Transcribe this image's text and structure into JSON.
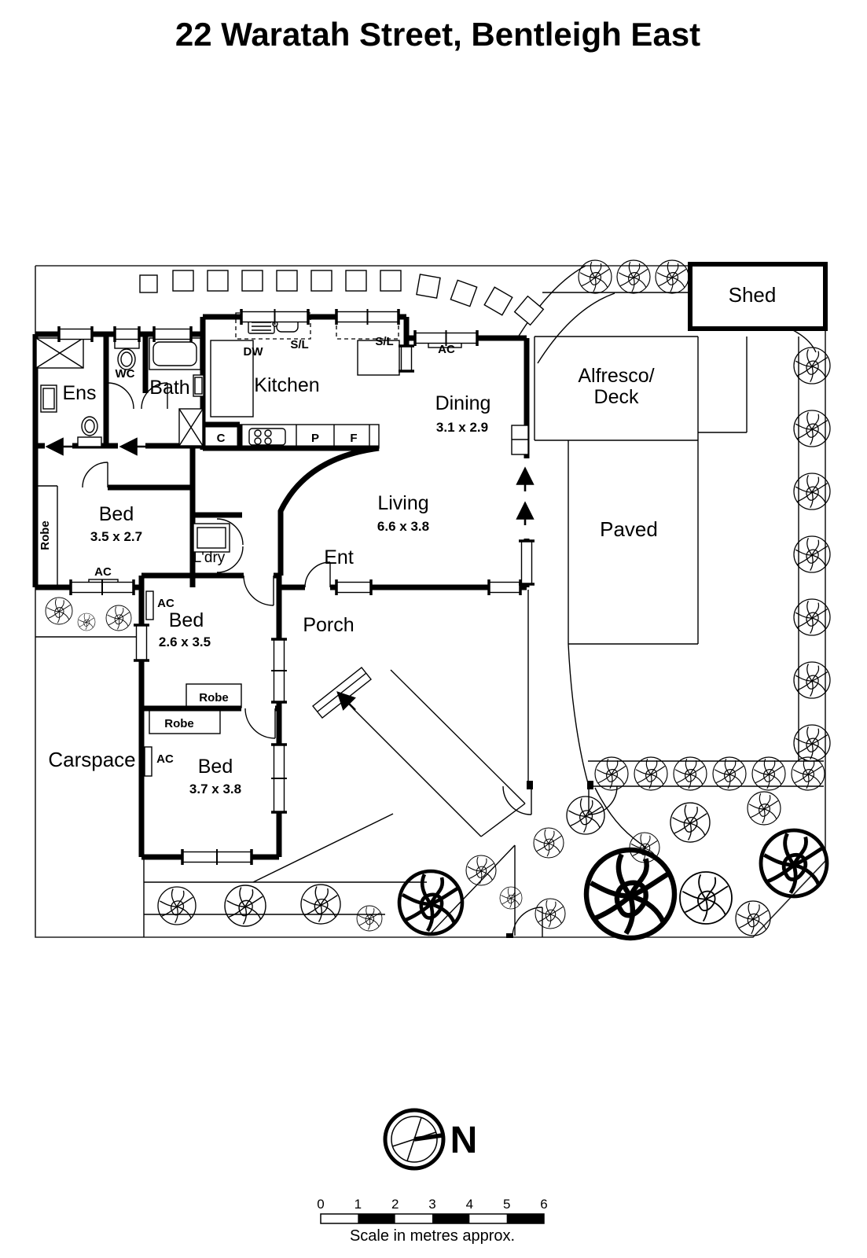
{
  "title": "22 Waratah Street, Bentleigh East",
  "rooms": {
    "ens": {
      "label": "Ens"
    },
    "wc": {
      "label": "WC"
    },
    "bath": {
      "label": "Bath"
    },
    "kitchen": {
      "label": "Kitchen"
    },
    "dining": {
      "label": "Dining",
      "dims": "3.1 x 2.9"
    },
    "living": {
      "label": "Living",
      "dims": "6.6 x 3.8"
    },
    "bed1": {
      "label": "Bed",
      "dims": "3.5 x 2.7"
    },
    "bed2": {
      "label": "Bed",
      "dims": "2.6 x 3.5"
    },
    "bed3": {
      "label": "Bed",
      "dims": "3.7 x 3.8"
    },
    "laundry": {
      "label": "L'dry"
    },
    "entry": {
      "label": "Ent"
    },
    "porch": {
      "label": "Porch"
    },
    "carspace": {
      "label": "Carspace"
    }
  },
  "outdoor": {
    "shed": "Shed",
    "alfresco_line1": "Alfresco/",
    "alfresco_line2": "Deck",
    "paved": "Paved"
  },
  "fixtures": {
    "dishwasher": "DW",
    "skylight": "S/L",
    "air_conditioner": "AC",
    "cupboard": "C",
    "pantry": "P",
    "fridge": "F",
    "robe": "Robe"
  },
  "compass": {
    "north": "N"
  },
  "scale_bar": {
    "ticks": [
      "0",
      "1",
      "2",
      "3",
      "4",
      "5",
      "6"
    ],
    "caption": "Scale in metres approx."
  }
}
